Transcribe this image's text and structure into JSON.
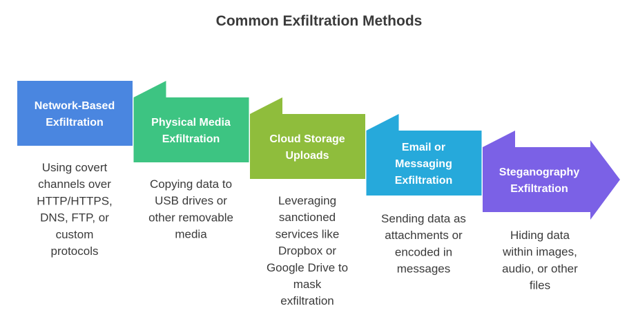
{
  "title": "Common Exfiltration Methods",
  "steps": [
    {
      "label": [
        "Network-Based",
        "Exfiltration"
      ],
      "description": [
        "Using covert",
        "channels over",
        "HTTP/HTTPS,",
        "DNS, FTP, or",
        "custom",
        "protocols"
      ],
      "color": "#4a86e0"
    },
    {
      "label": [
        "Physical Media",
        "Exfiltration"
      ],
      "description": [
        "Copying data to",
        "USB drives or",
        "other removable",
        "media"
      ],
      "color": "#3dc482"
    },
    {
      "label": [
        "Cloud Storage",
        "Uploads"
      ],
      "description": [
        "Leveraging",
        "sanctioned",
        "services like",
        "Dropbox or",
        "Google Drive to",
        "mask",
        "exfiltration"
      ],
      "color": "#8fbd3c"
    },
    {
      "label": [
        "Email or",
        "Messaging",
        "Exfiltration"
      ],
      "description": [
        "Sending data as",
        "attachments or",
        "encoded in",
        "messages"
      ],
      "color": "#26a9db"
    },
    {
      "label": [
        "Steganography",
        "Exfiltration"
      ],
      "description": [
        "Hiding data",
        "within images,",
        "audio, or other",
        "files"
      ],
      "color": "#7b61e6"
    }
  ]
}
